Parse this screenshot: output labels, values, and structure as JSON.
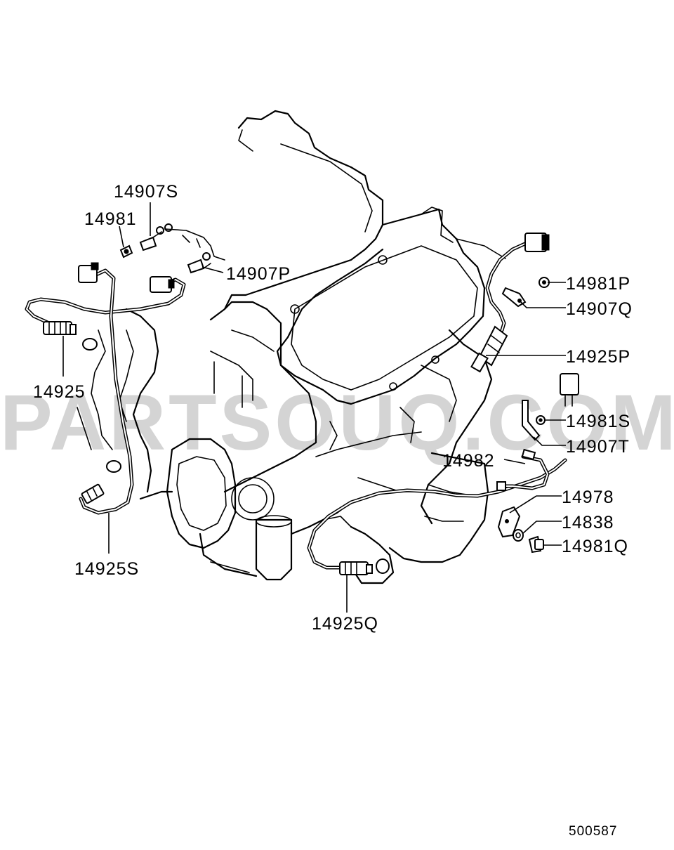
{
  "watermark": "PARTSOUQ.COM",
  "diagram_code": "500587",
  "callouts": [
    {
      "id": "14907S",
      "label": "14907S"
    },
    {
      "id": "14981",
      "label": "14981"
    },
    {
      "id": "14907P",
      "label": "14907P"
    },
    {
      "id": "14925",
      "label": "14925"
    },
    {
      "id": "14925S",
      "label": "14925S"
    },
    {
      "id": "14981P",
      "label": "14981P"
    },
    {
      "id": "14907Q",
      "label": "14907Q"
    },
    {
      "id": "14925P",
      "label": "14925P"
    },
    {
      "id": "14981S",
      "label": "14981S"
    },
    {
      "id": "14907T",
      "label": "14907T"
    },
    {
      "id": "14982",
      "label": "14982"
    },
    {
      "id": "14978",
      "label": "14978"
    },
    {
      "id": "14838",
      "label": "14838"
    },
    {
      "id": "14981Q",
      "label": "14981Q"
    },
    {
      "id": "14925Q",
      "label": "14925Q"
    }
  ]
}
